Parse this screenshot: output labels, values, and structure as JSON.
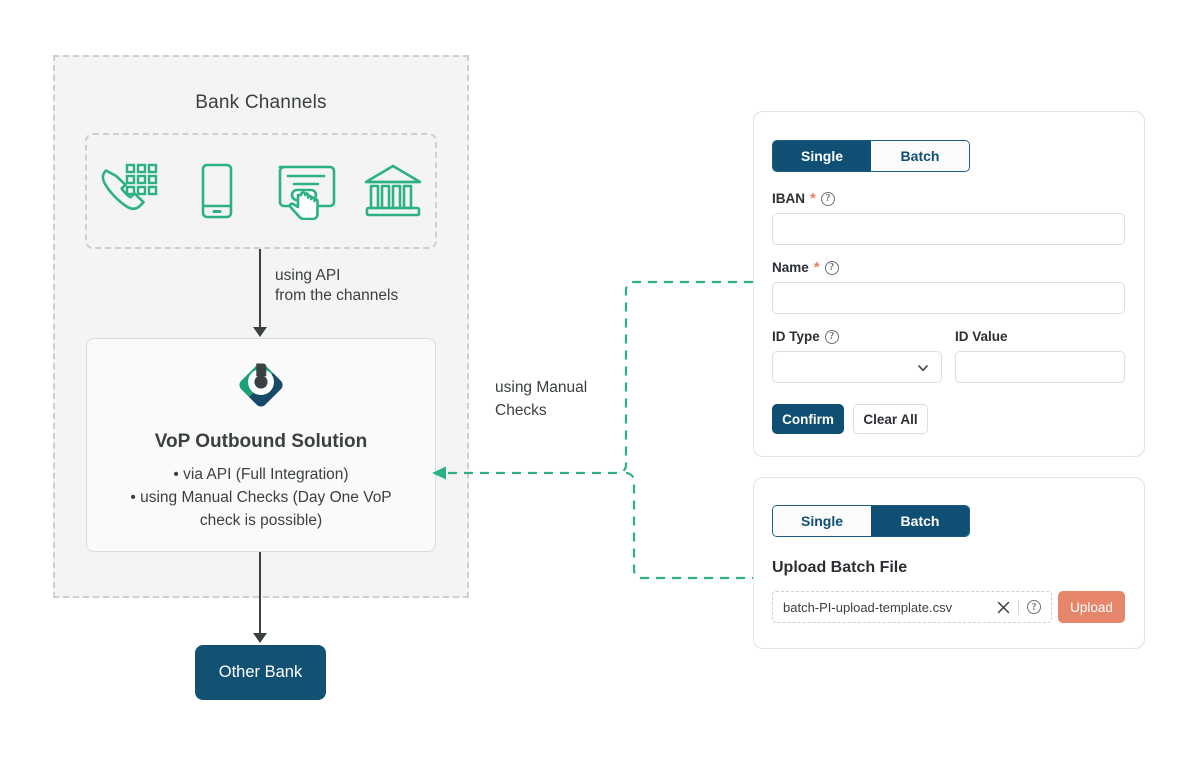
{
  "diagram": {
    "bank_channels_title": "Bank Channels",
    "channels": [
      {
        "name": "phone-keypad-icon",
        "label": "Phone / Call Center"
      },
      {
        "name": "mobile-phone-icon",
        "label": "Mobile"
      },
      {
        "name": "kiosk-touch-icon",
        "label": "Kiosk / Self Service"
      },
      {
        "name": "bank-building-icon",
        "label": "Branch"
      }
    ],
    "using_api_line1": "using API",
    "using_api_line2": "from the channels",
    "vop_title": "VoP Outbound Solution",
    "vop_bullets": [
      "•  via API (Full Integration)",
      "•  using Manual Checks (Day One VoP",
      "check is possible)"
    ],
    "manual_checks_line1": "using Manual",
    "manual_checks_line2": "Checks",
    "other_bank_label": "Other Bank"
  },
  "single_card": {
    "toggle": {
      "left_label": "Single",
      "right_label": "Batch",
      "active": "Single"
    },
    "fields": [
      {
        "label": "IBAN",
        "required": true,
        "help": true,
        "value": "",
        "placeholder": ""
      },
      {
        "label": "Name",
        "required": true,
        "help": true,
        "value": "",
        "placeholder": ""
      },
      {
        "label": "ID Type",
        "required": false,
        "help": true,
        "value": "",
        "placeholder": ""
      },
      {
        "label": "ID Value",
        "required": false,
        "help": false,
        "value": "",
        "placeholder": ""
      }
    ],
    "confirm_label": "Confirm",
    "clear_label": "Clear All"
  },
  "batch_card": {
    "toggle": {
      "left_label": "Single",
      "right_label": "Batch",
      "active": "Batch"
    },
    "upload_title": "Upload Batch File",
    "file_name": "batch-PI-upload-template.csv",
    "upload_label": "Upload"
  },
  "colors": {
    "teal": "#2bb185",
    "navy": "#0f4f73",
    "coral": "#e5866a",
    "panel_bg": "#f4f4f4",
    "text": "#3b4043",
    "dashed_gray": "#cfcfcf"
  }
}
